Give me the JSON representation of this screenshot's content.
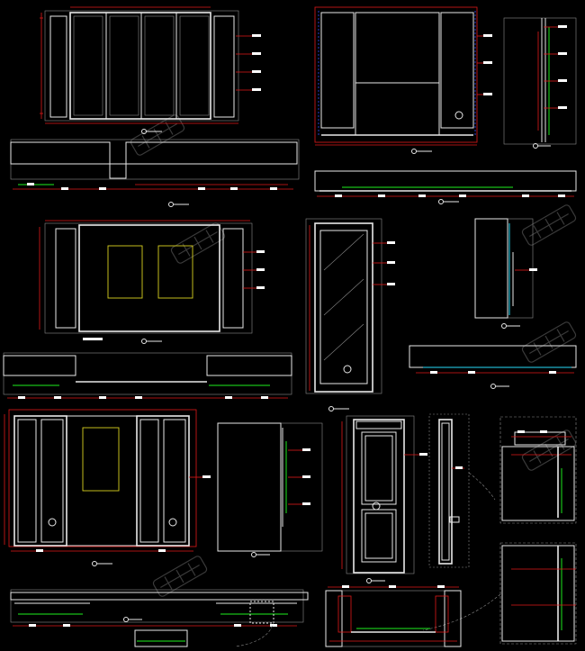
{
  "sheet": {
    "background": "#000000",
    "line_colors": {
      "outline": "#e8e8e8",
      "dimension": "#e01818",
      "frame": "#d8d020",
      "hardware": "#18c018",
      "glass": "#20b0c8",
      "centerline": "#3050ff"
    }
  },
  "drawings": [
    {
      "id": "elev-sliding-door",
      "kind": "elevation",
      "title": ""
    },
    {
      "id": "elev-feature-wall",
      "kind": "elevation",
      "title": ""
    },
    {
      "id": "section-feature-wall",
      "kind": "section",
      "title": ""
    },
    {
      "id": "plan-sliding-door",
      "kind": "plan",
      "title": ""
    },
    {
      "id": "plan-feature-wall",
      "kind": "plan",
      "title": ""
    },
    {
      "id": "elev-panel-wall",
      "kind": "elevation",
      "title": ""
    },
    {
      "id": "elev-glass-door",
      "kind": "elevation",
      "title": ""
    },
    {
      "id": "section-glass-door",
      "kind": "section",
      "title": ""
    },
    {
      "id": "plan-panel-wall",
      "kind": "plan",
      "title": ""
    },
    {
      "id": "plan-glass-door",
      "kind": "plan",
      "title": ""
    },
    {
      "id": "elev-cabinet-wall",
      "kind": "elevation",
      "title": ""
    },
    {
      "id": "section-cabinet",
      "kind": "section",
      "title": ""
    },
    {
      "id": "elev-raised-panel-door",
      "kind": "elevation",
      "title": ""
    },
    {
      "id": "section-door-leaf",
      "kind": "section",
      "title": ""
    },
    {
      "id": "detail-door-head",
      "kind": "detail",
      "title": ""
    },
    {
      "id": "detail-door-jamb",
      "kind": "detail",
      "title": ""
    },
    {
      "id": "plan-cabinet-wall",
      "kind": "plan",
      "title": ""
    },
    {
      "id": "plan-door-frame",
      "kind": "plan",
      "title": ""
    }
  ],
  "watermark": {
    "shape": "logo",
    "repeat": true
  }
}
